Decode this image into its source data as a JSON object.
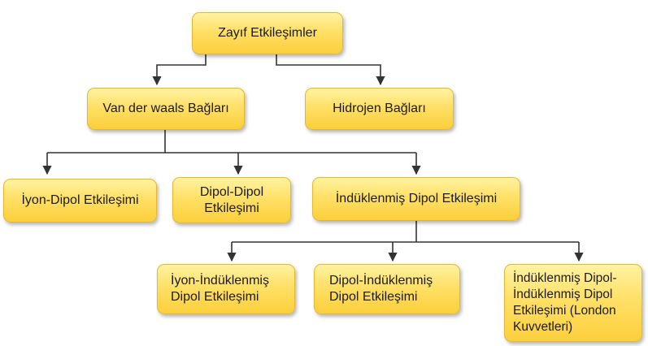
{
  "nodes": {
    "root": "Zayıf Etkileşimler",
    "van_der_waals": "Van der waals Bağları",
    "hidrojen": "Hidrojen Bağları",
    "iyon_dipol": "İyon-Dipol Etkileşimi",
    "dipol_dipol": "Dipol-Dipol\nEtkileşimi",
    "induklenmis_dipol": "İndüklenmiş Dipol Etkileşimi",
    "iyon_induklenmis": "İyon-İndüklenmiş\nDipol Etkileşimi",
    "dipol_induklenmis": "Dipol-İndüklenmiş\nDipol Etkileşimi",
    "london": "İndüklenmiş Dipol-\nİndüklenmiş Dipol\nEtkileşimi (London\nKuvvetleri)"
  },
  "colors": {
    "node_fill_top": "#fff3a2",
    "node_fill_bottom": "#fccf3c",
    "connector": "#333333"
  }
}
